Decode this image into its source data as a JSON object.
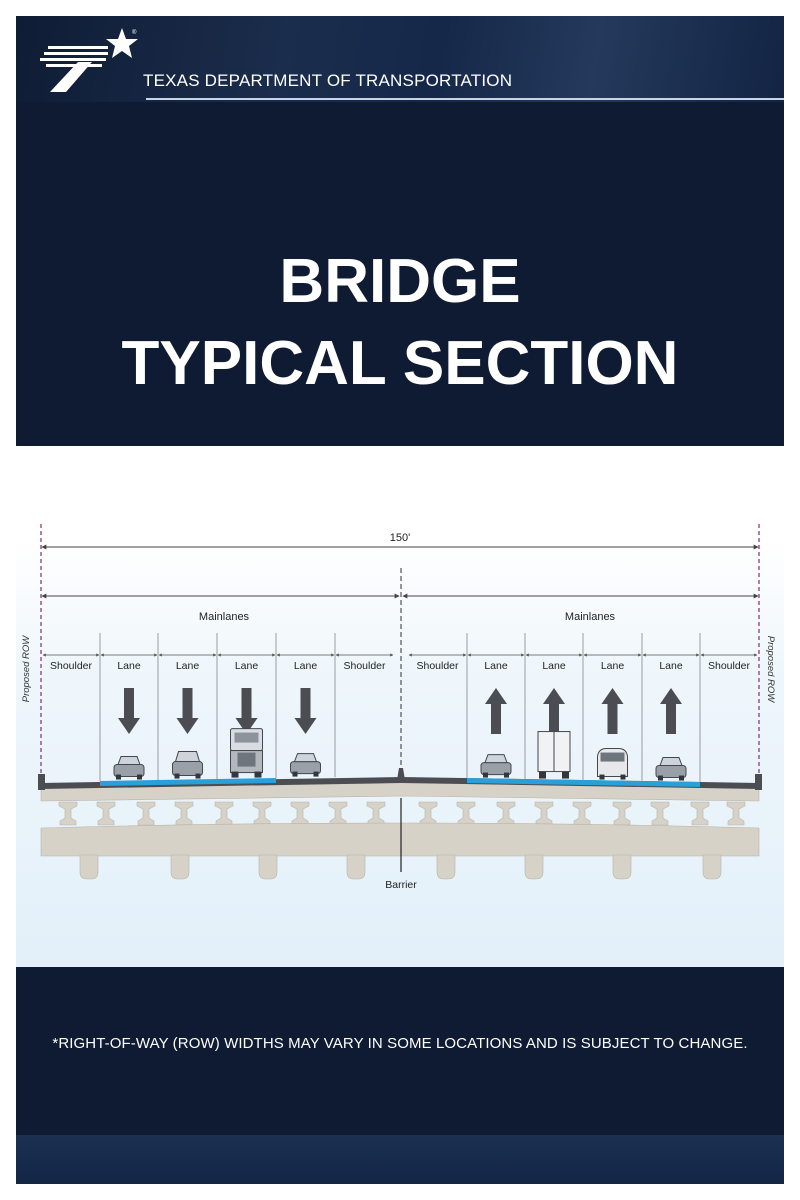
{
  "header": {
    "agency": "TEXAS DEPARTMENT OF TRANSPORTATION",
    "title_line1": "BRIDGE",
    "title_line2": "TYPICAL SECTION",
    "logo_icon": "txdot-star-logo-icon",
    "colors": {
      "navy": "#0e1b33",
      "lane_blue": "#2a9fd8"
    }
  },
  "diagram": {
    "total_width_label": "150'",
    "left_group_label": "Mainlanes",
    "right_group_label": "Mainlanes",
    "left_row_label": "Proposed ROW",
    "right_row_label": "Proposed ROW",
    "barrier_label": "Barrier",
    "left_sections": [
      {
        "label": "Shoulder"
      },
      {
        "label": "Lane",
        "direction": "down",
        "vehicle": "car"
      },
      {
        "label": "Lane",
        "direction": "down",
        "vehicle": "suv"
      },
      {
        "label": "Lane",
        "direction": "down",
        "vehicle": "semi-truck"
      },
      {
        "label": "Lane",
        "direction": "down",
        "vehicle": "car"
      },
      {
        "label": "Shoulder"
      }
    ],
    "right_sections": [
      {
        "label": "Shoulder"
      },
      {
        "label": "Lane",
        "direction": "up",
        "vehicle": "car"
      },
      {
        "label": "Lane",
        "direction": "up",
        "vehicle": "box-truck"
      },
      {
        "label": "Lane",
        "direction": "up",
        "vehicle": "van"
      },
      {
        "label": "Lane",
        "direction": "up",
        "vehicle": "car"
      },
      {
        "label": "Shoulder"
      }
    ]
  },
  "footer": {
    "note": "*RIGHT-OF-WAY (ROW) WIDTHS MAY VARY IN SOME LOCATIONS AND IS SUBJECT TO CHANGE."
  }
}
